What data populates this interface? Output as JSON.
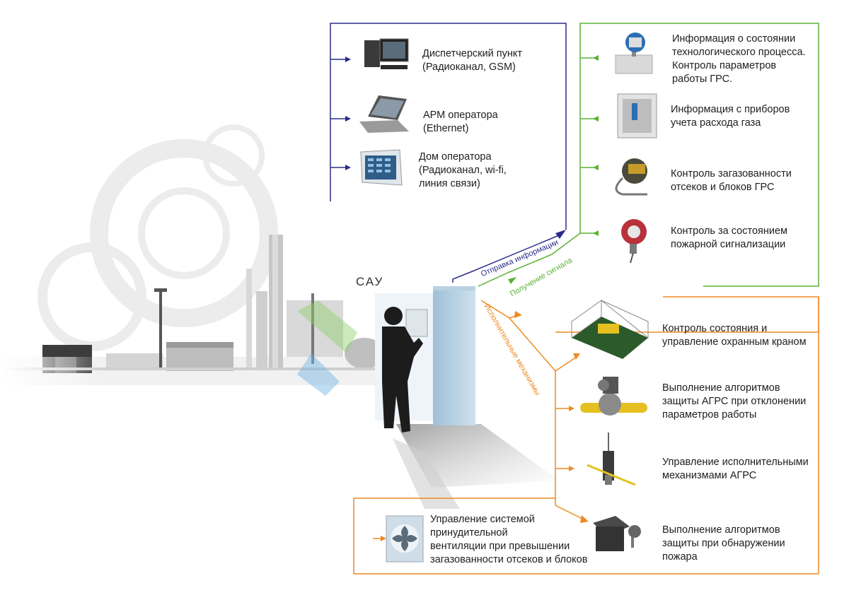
{
  "cabinet_label": "САУ",
  "colors": {
    "blue_line": "#2b2b8c",
    "green_line": "#5ab233",
    "orange_line": "#ee8a22",
    "text": "#1e1e1e"
  },
  "flows": {
    "send_info": "Отправка информации",
    "receive_signal": "Получение сигнала",
    "actuators": "Исполнительные механизмы"
  },
  "outputs": [
    {
      "icon": "desktop-computer-icon",
      "text": "Диспетчерский пункт\n(Радиоканал, GSM)"
    },
    {
      "icon": "laptop-icon",
      "text": "АРМ оператора\n(Ethernet)"
    },
    {
      "icon": "operator-panel-icon",
      "text": "Дом оператора\n(Радиоканал, wi-fi,\nлиния связи)"
    }
  ],
  "inputs": [
    {
      "icon": "pressure-transmitter-icon",
      "text": "Информация о состоянии\nтехнологического процесса.\nКонтроль параметров\nработы ГРС."
    },
    {
      "icon": "flow-meter-cabinet-icon",
      "text": "Информация с приборов\nучета расхода газа"
    },
    {
      "icon": "gas-detector-icon",
      "text": "Контроль загазованности\nотсеков и блоков ГРС"
    },
    {
      "icon": "fire-detector-icon",
      "text": "Контроль за состоянием\nпожарной сигнализации"
    }
  ],
  "actuators": [
    {
      "icon": "security-valve-icon",
      "text": "Контроль состояния и\nуправление охранным краном"
    },
    {
      "icon": "ball-valve-icon",
      "text": "Выполнение алгоритмов\n защиты АГРС при отклонении\nпараметров работы"
    },
    {
      "icon": "actuator-icon",
      "text": "Управление исполнительными\nмеханизмами АГРС"
    },
    {
      "icon": "fire-actuator-icon",
      "text": "Выполнение алгоритмов\nзащиты при обнаружении\nпожара"
    },
    {
      "icon": "ventilation-fan-icon",
      "text": "Управление системой\nпринудительной\nвентиляции при превышении\nзагазованности отсеков и блоков"
    }
  ]
}
